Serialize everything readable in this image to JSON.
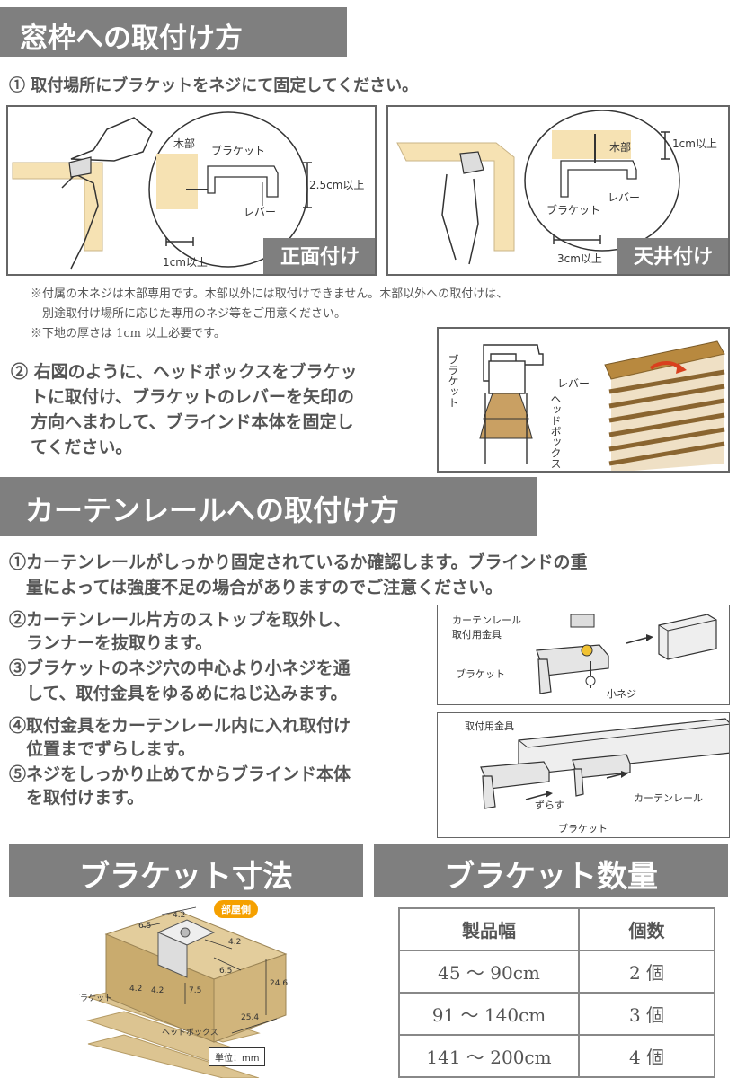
{
  "section1": {
    "title": "窓枠への取付け方",
    "step1": "① 取付場所にブラケットをネジにて固定してください。",
    "front": {
      "tag": "正面付け",
      "wood": "木部",
      "bracket": "ブラケット",
      "lever": "レバー",
      "dim_height": "2.5cm以上",
      "dim_width": "1cm以上"
    },
    "ceiling": {
      "tag": "天井付け",
      "wood": "木部",
      "bracket": "ブラケット",
      "lever": "レバー",
      "dim_height": "1cm以上",
      "dim_width": "3cm以上"
    },
    "notes": [
      "※付属の木ネジは木部専用です。木部以外には取付けできません。木部以外への取付けは、",
      "　別途取付け場所に応じた専用のネジ等をご用意ください。",
      "※下地の厚さは 1cm 以上必要です。"
    ],
    "step2_lines": [
      "② 右図のように、ヘッドボックスをブラケッ",
      "トに取付け、ブラケットのレバーを矢印の",
      "方向へまわして、ブラインド本体を固定し",
      "てください。"
    ],
    "fig2": {
      "bracket": "ブラケット",
      "lever": "レバー",
      "headbox": "ヘッドボックス"
    }
  },
  "section2": {
    "title": "カーテンレールへの取付け方",
    "step1_lines": [
      "①カーテンレールがしっかり固定されているか確認します。ブラインドの重",
      "　量によっては強度不足の場合がありますのでご注意ください。"
    ],
    "step23_lines": [
      "②カーテンレール片方のストップを取外し、",
      "　ランナーを抜取ります。",
      "③ブラケットのネジ穴の中心より小ネジを通",
      "　して、取付金具をゆるめにねじ込みます。"
    ],
    "step45_lines": [
      "④取付金具をカーテンレール内に入れ取付け",
      "　位置までずらします。",
      "⑤ネジをしっかり止めてからブラインド本体",
      "　を取付けます。"
    ],
    "fig1": {
      "rail_fitting": [
        "カーテンレール",
        "取付用金具"
      ],
      "bracket": "ブラケット",
      "screw": "小ネジ"
    },
    "fig2": {
      "fitting": "取付用金具",
      "rail": "カーテンレール",
      "slide": "ずらす",
      "bracket": "ブラケット"
    }
  },
  "dimensions": {
    "title": "ブラケット寸法",
    "room_side": "部屋側",
    "bracket": "ブラケット",
    "headbox": "ヘッドボックス",
    "unit": "単位：mm",
    "values": [
      "4.2",
      "6.5",
      "4.2",
      "6.5",
      "4.2",
      "4.2",
      "7.5",
      "24.6",
      "25.4"
    ]
  },
  "quantity": {
    "title": "ブラケット数量",
    "headers": [
      "製品幅",
      "個数"
    ],
    "rows": [
      [
        "45 ～ 90cm",
        "2 個"
      ],
      [
        "91 ～ 140cm",
        "3 個"
      ],
      [
        "141 ～ 200cm",
        "4 個"
      ]
    ]
  }
}
